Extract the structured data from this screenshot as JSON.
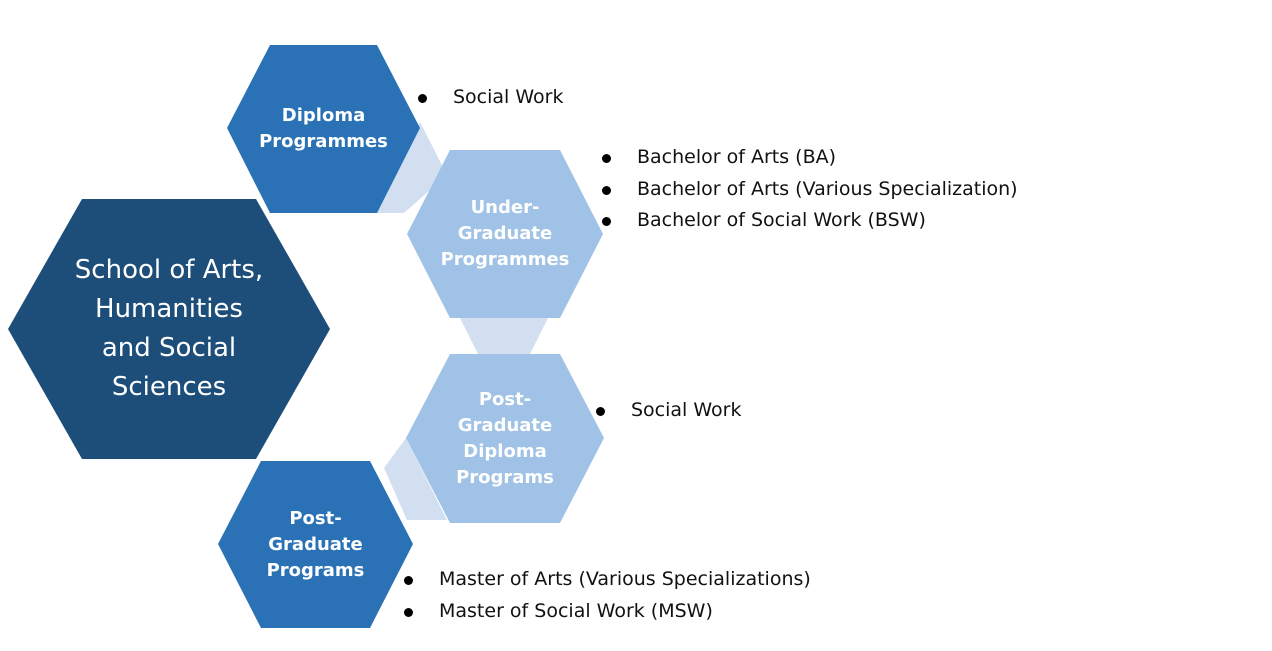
{
  "central": {
    "lines": [
      "School of Arts,",
      "Humanities",
      "and Social",
      "Sciences"
    ]
  },
  "nodes": [
    {
      "id": "diploma",
      "lines": [
        "Diploma",
        "Programmes"
      ],
      "items": [
        "Social Work"
      ]
    },
    {
      "id": "undergraduate",
      "lines": [
        "Under-",
        "Graduate",
        "Programmes"
      ],
      "items": [
        "Bachelor of Arts (BA)",
        "Bachelor of Arts (Various Specialization)",
        "Bachelor of Social Work (BSW)"
      ]
    },
    {
      "id": "pg-diploma",
      "lines": [
        "Post-",
        "Graduate",
        "Diploma",
        "Programs"
      ],
      "items": [
        "Social Work"
      ]
    },
    {
      "id": "postgraduate",
      "lines": [
        "Post-",
        "Graduate",
        "Programs"
      ],
      "items": [
        "Master of Arts (Various Specializations)",
        "Master of Social Work (MSW)"
      ]
    }
  ],
  "colors": {
    "central_fill": "#1d4e79",
    "dark_fill": "#2a72b5",
    "light_fill": "#a0c2e6",
    "connector_fill": "#d2dff1",
    "label_text": "#ffffff"
  }
}
